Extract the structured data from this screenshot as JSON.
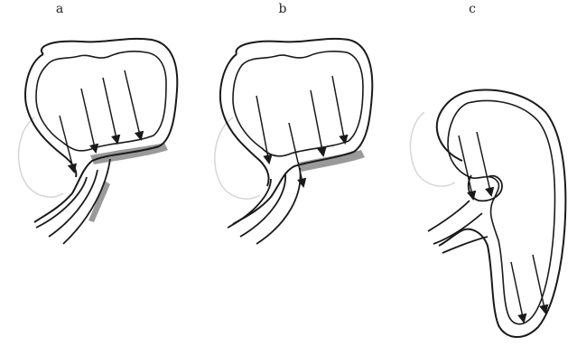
{
  "panels": [
    {
      "label": "a"
    },
    {
      "label": "b"
    },
    {
      "label": "c"
    }
  ],
  "colors": {
    "line": "#1a1a1a",
    "shadow": "#9a9a9a",
    "faint": "#d6d6d6",
    "background": "#ffffff"
  }
}
